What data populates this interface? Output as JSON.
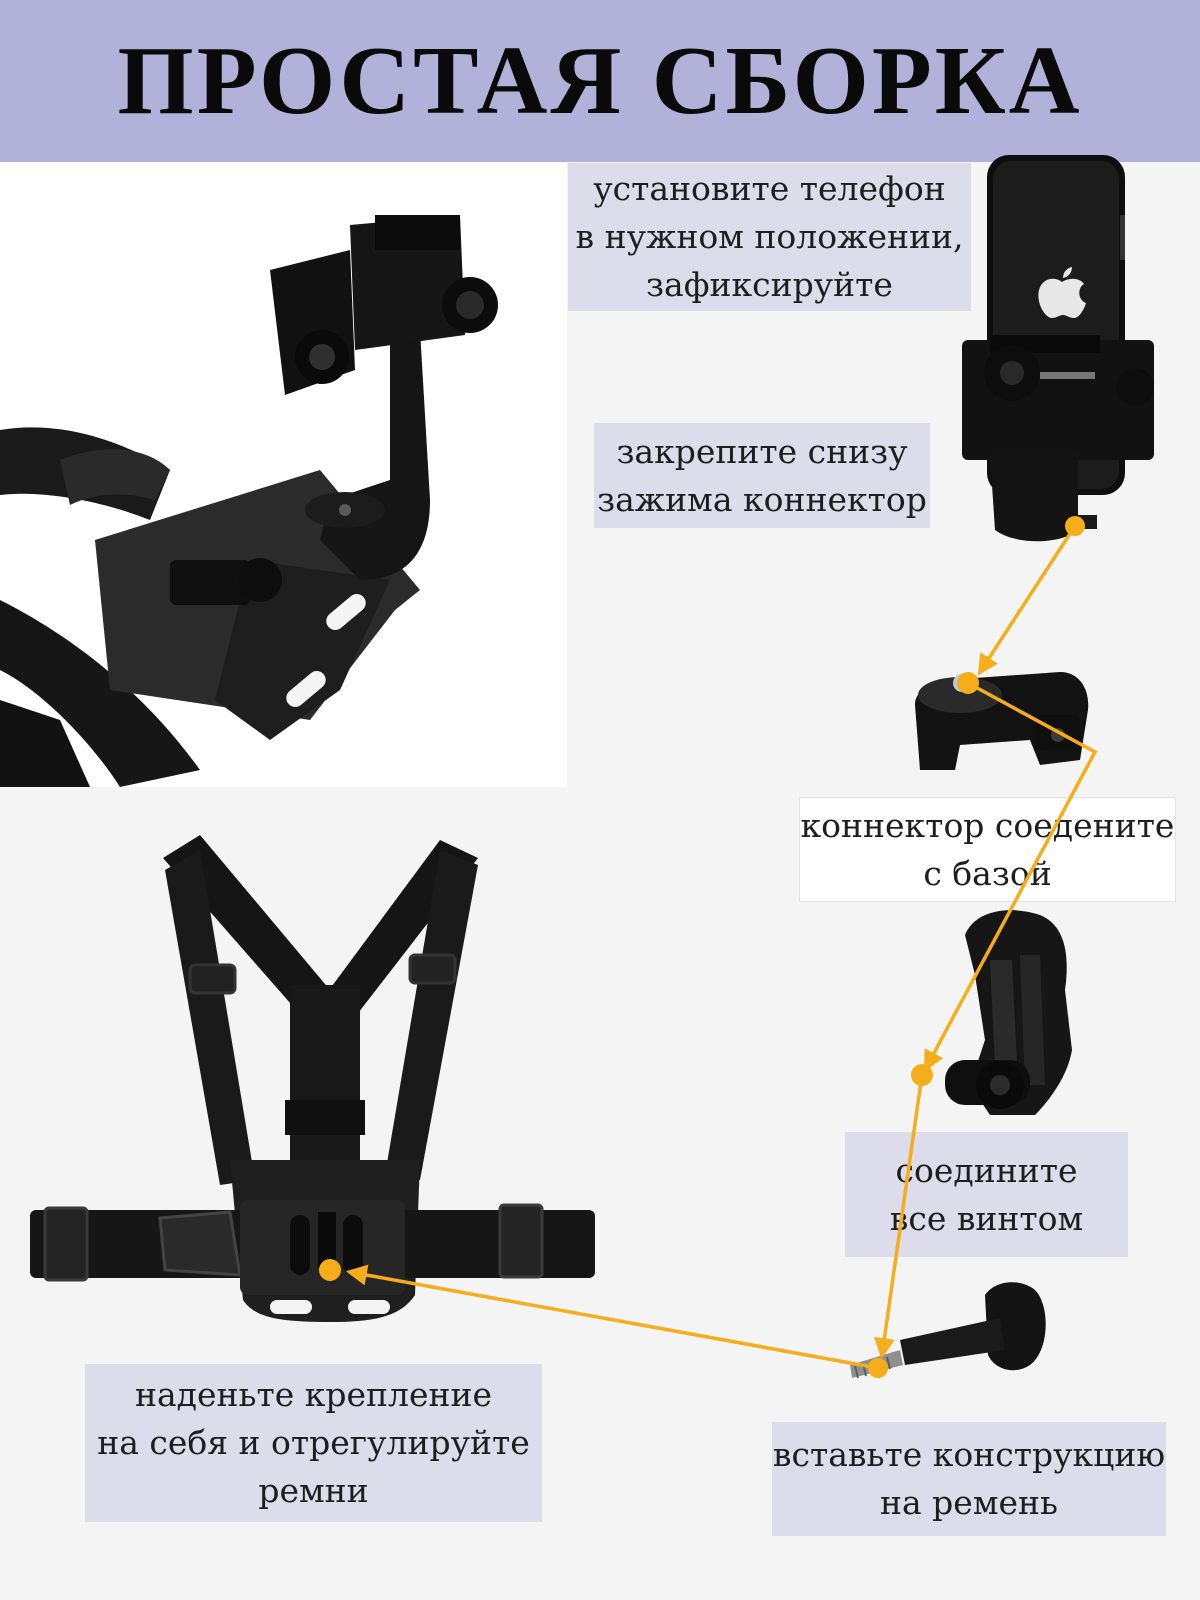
{
  "title": "ПРОСТАЯ СБОРКА",
  "steps": [
    {
      "lines": [
        "установите телефон",
        "в нужном положении,",
        "зафиксируйте"
      ]
    },
    {
      "lines": [
        "закрепите снизу",
        "зажима коннектор"
      ]
    },
    {
      "lines": [
        "коннектор соеденитe",
        "с базой"
      ]
    },
    {
      "lines": [
        "соедините",
        "все винтом"
      ]
    },
    {
      "lines": [
        "наденьте крепление",
        "на себя и отрегулируйте",
        "ремни"
      ]
    },
    {
      "lines": [
        "вставьте конструкцию",
        "на ремень"
      ]
    }
  ],
  "colors": {
    "banner": "#b1b1d9",
    "label_bg": "#dcdcea",
    "arrow": "#f5ad1a",
    "product": "#111111"
  },
  "icons": [
    "phone-clamp-icon",
    "smartphone-icon",
    "apple-logo-icon",
    "adapter-base-icon",
    "j-hook-mount-icon",
    "thumb-screw-icon",
    "chest-harness-icon"
  ]
}
